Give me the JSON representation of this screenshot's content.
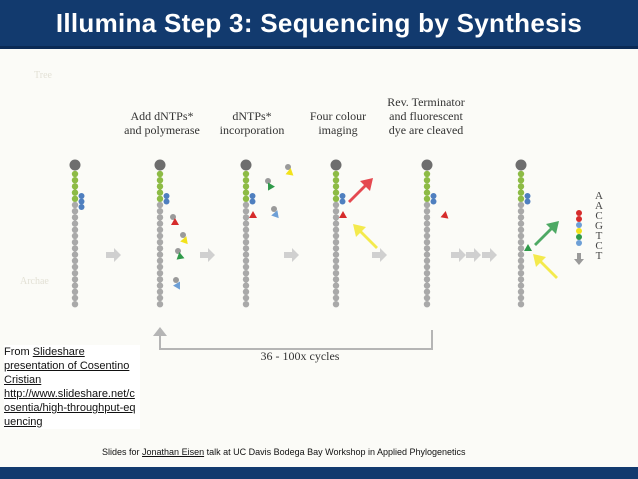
{
  "title": "Illumina Step 3: Sequencing by Synthesis",
  "background_watermark": {
    "words": [
      "Tree",
      "Archae"
    ]
  },
  "steps": [
    {
      "label": "Add dNTPs*\nand polymerase"
    },
    {
      "label": "dNTPs*\nincorporation"
    },
    {
      "label": "Four colour\nimaging"
    },
    {
      "label": "Rev. Terminator\nand fluorescent\ndye are cleaved"
    }
  ],
  "cycles_label": "36 - 100x cycles",
  "sequence_letters": [
    "A",
    "A",
    "C",
    "G",
    "T",
    "C",
    "T"
  ],
  "source": {
    "prefix": "From ",
    "link_text": "Slideshare presentation of Cosentino Cristian",
    "url": "http://www.slideshare.net/cosentia/high-throughput-equencing"
  },
  "credit": {
    "prefix": "Slides for ",
    "name": "Jonathan Eisen",
    "suffix": " talk at UC Davis Bodega Bay Workshop in Applied Phylogenetics"
  },
  "colors": {
    "title_bar": "#123a6e",
    "strand_grey": "#a9a9a9",
    "primer_green": "#8dbb45",
    "template_blue": "#4f7fbf",
    "dye_red": "#d62b2b",
    "dye_green": "#2f9a4a",
    "dye_yellow": "#f2e21a",
    "dye_blue": "#6d9fd6",
    "arrow_grey": "#d0d0d0"
  }
}
